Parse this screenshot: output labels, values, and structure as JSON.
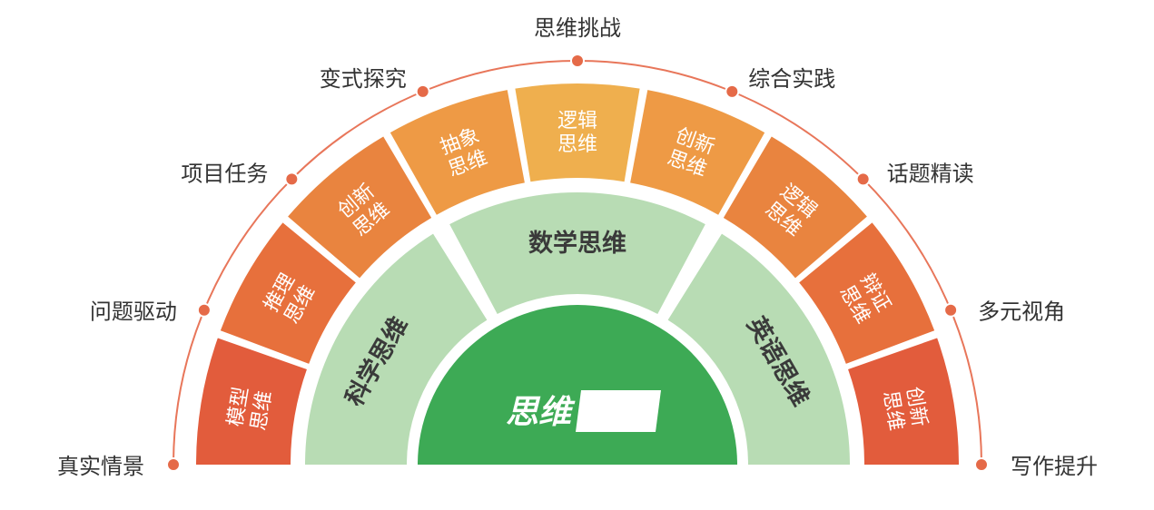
{
  "core": {
    "title_part1": "思维",
    "title_part2": "课堂",
    "color": "#3daa55",
    "badge_bg": "#ffffff"
  },
  "middle_ring": {
    "color": "#b8dcb4",
    "items": [
      {
        "label": "科学思维"
      },
      {
        "label": "数学思维"
      },
      {
        "label": "英语思维"
      }
    ]
  },
  "outer_ring": {
    "items": [
      {
        "line1": "模型",
        "line2": "思维",
        "color": "#e25c3c"
      },
      {
        "line1": "推理",
        "line2": "思维",
        "color": "#e7703c"
      },
      {
        "line1": "创新",
        "line2": "思维",
        "color": "#e9843f"
      },
      {
        "line1": "抽象",
        "line2": "思维",
        "color": "#ee9a45"
      },
      {
        "line1": "逻辑",
        "line2": "思维",
        "color": "#efaf4e"
      },
      {
        "line1": "创新",
        "line2": "思维",
        "color": "#ee9a45"
      },
      {
        "line1": "逻辑",
        "line2": "思维",
        "color": "#e9843f"
      },
      {
        "line1": "辩证",
        "line2": "思维",
        "color": "#e7703c"
      },
      {
        "line1": "创新",
        "line2": "思维",
        "color": "#e25c3c"
      }
    ]
  },
  "arc_labels": {
    "line_color": "#e8765a",
    "dot_color": "#e56a48",
    "items": [
      {
        "label": "真实情景"
      },
      {
        "label": "问题驱动"
      },
      {
        "label": "项目任务"
      },
      {
        "label": "变式探究"
      },
      {
        "label": "思维挑战"
      },
      {
        "label": "综合实践"
      },
      {
        "label": "话题精读"
      },
      {
        "label": "多元视角"
      },
      {
        "label": "写作提升"
      }
    ]
  }
}
